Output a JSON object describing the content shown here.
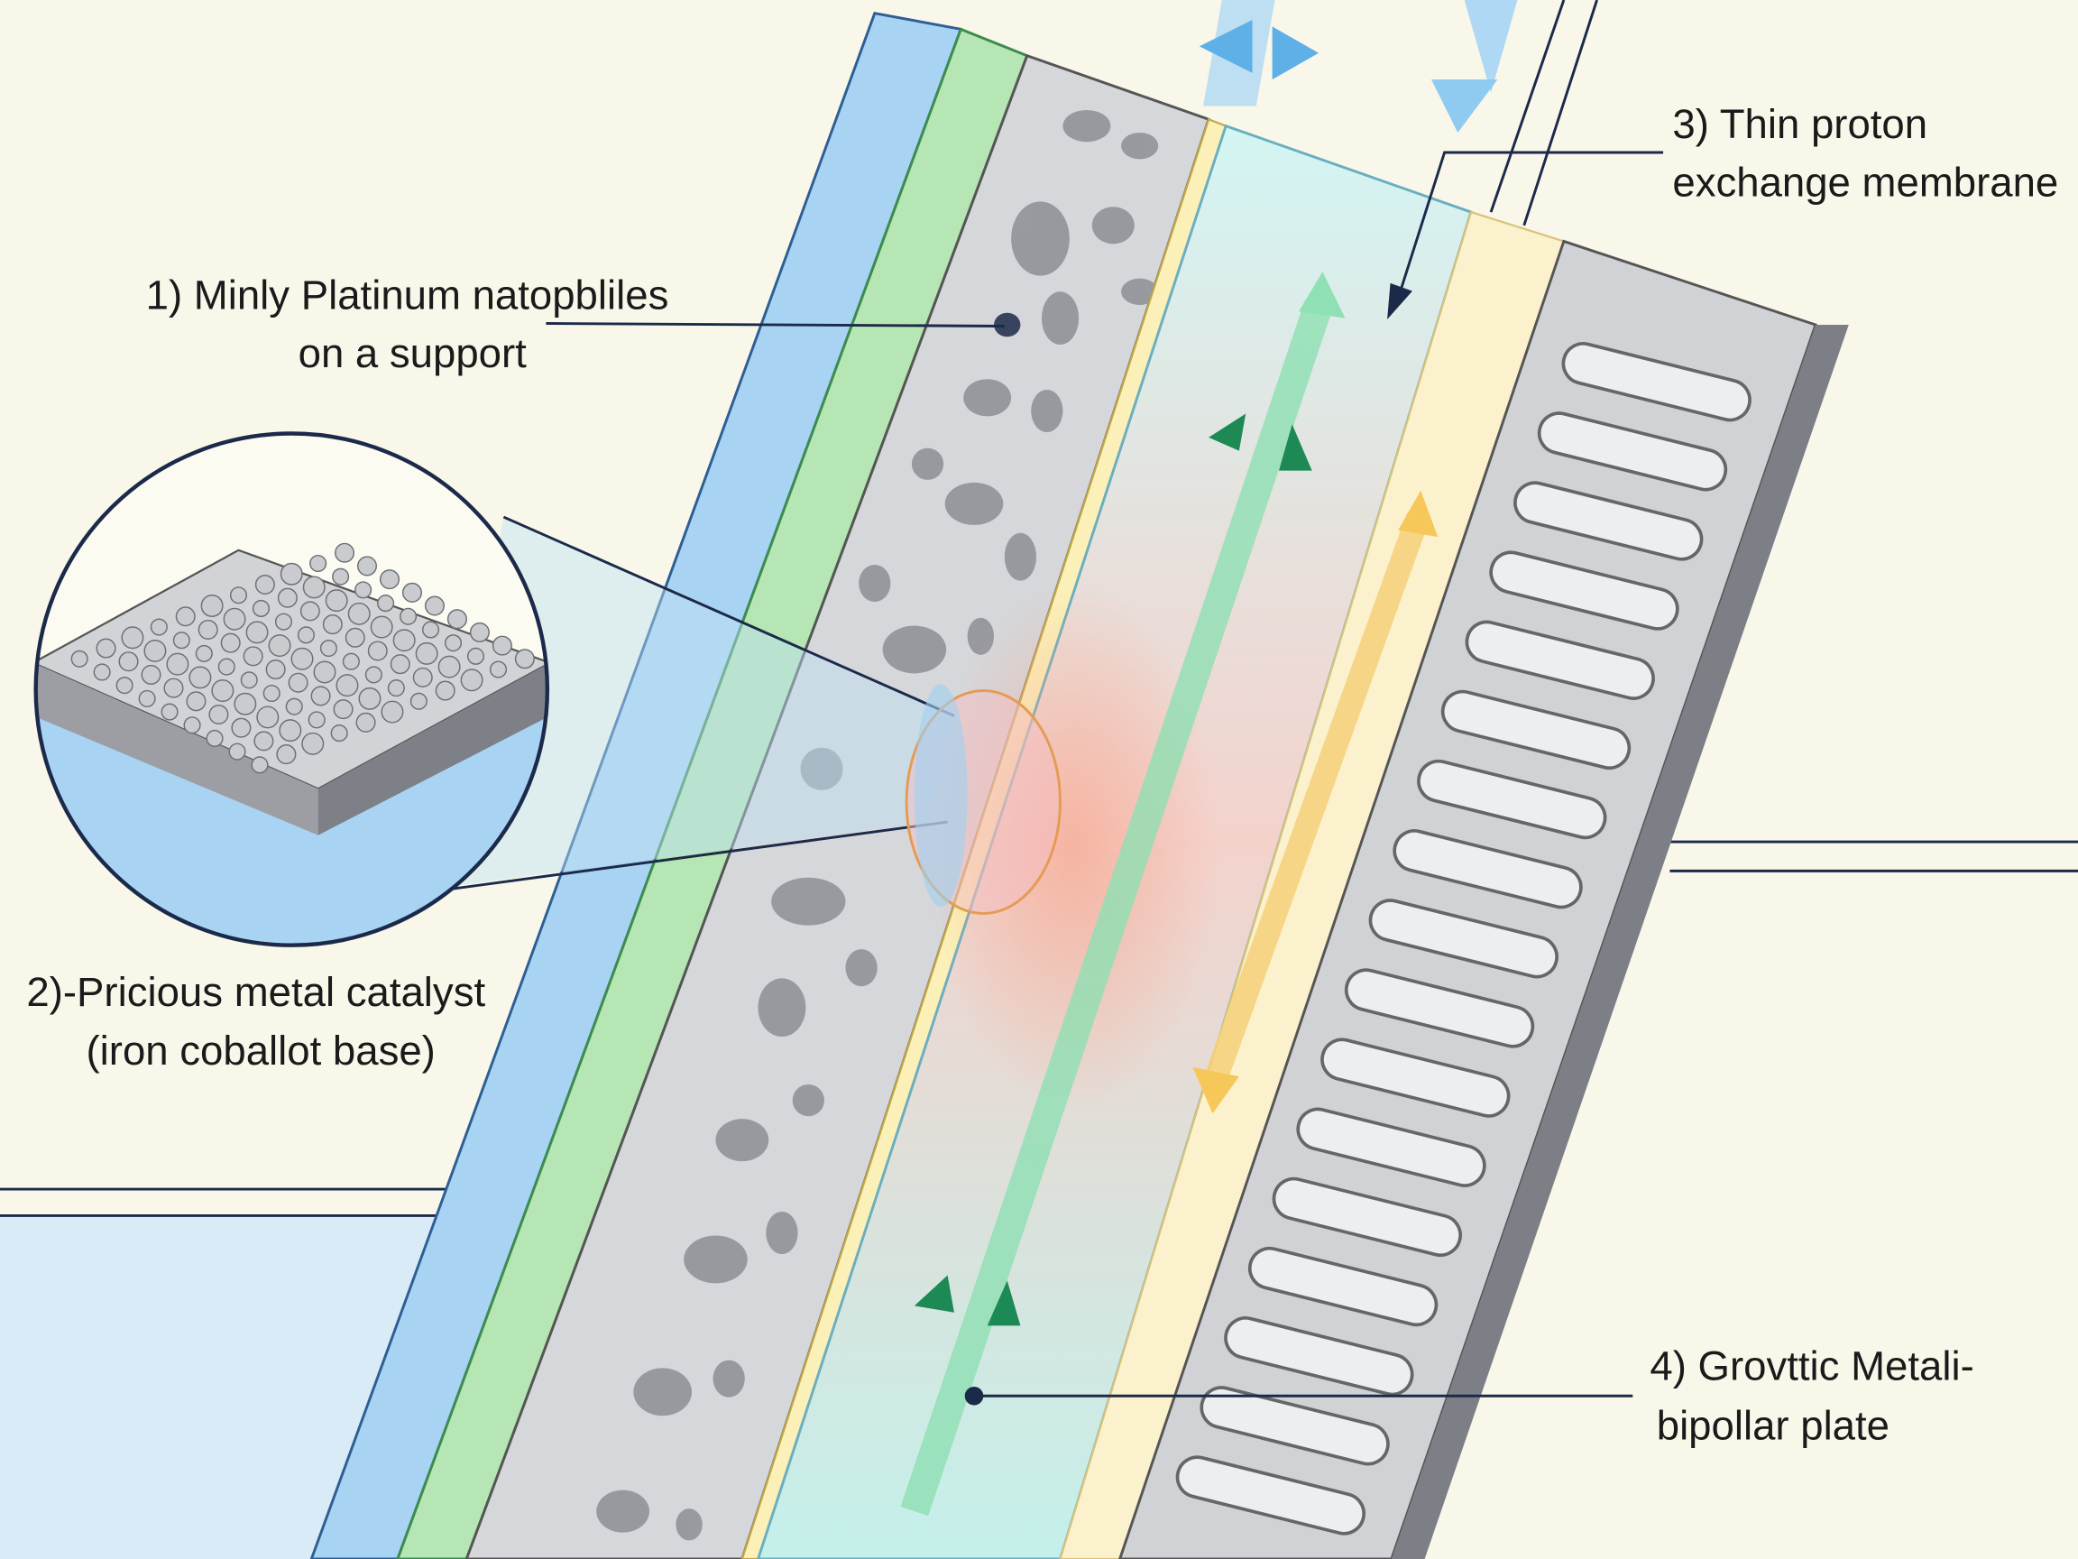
{
  "labels": {
    "label1": {
      "line1": "1) Minly Platinum natopbliles",
      "line2": "on a support"
    },
    "label2": {
      "line1": "2)-Pricious metal catalyst",
      "line2": "(iron coballot base)"
    },
    "label3": {
      "line1": "3) Thin proton",
      "line2": "exchange membrane"
    },
    "label4": {
      "line1": "4) Grovttic Metali-",
      "line2": "bipollar plate"
    }
  },
  "colors": {
    "background": "#f8f7ea",
    "gas_diffusion_layer": "#a9d3f3",
    "catalyst_green": "#b5e6b3",
    "porous_gray": "#d6d7da",
    "membrane": "#c9f0f0",
    "yellow_band": "#fbf1cd",
    "bipolar_plate": "#c3c5ca",
    "leader_line": "#1c2a4a",
    "arrow_green": "#7fd9a6",
    "arrow_yellow": "#f6d27a"
  },
  "icons": [
    "arrow-up-down-green",
    "arrow-up-down-yellow",
    "flow-arrow-blue",
    "zoom-inset-circle"
  ]
}
